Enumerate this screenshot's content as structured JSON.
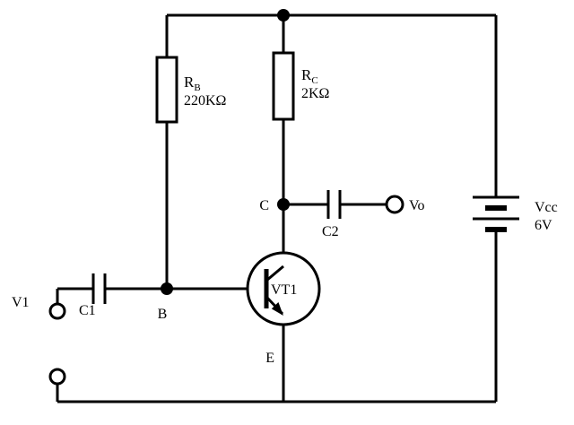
{
  "canvas": {
    "background": "#ffffff",
    "line_color": "#000000"
  },
  "circuit": {
    "base_resistor": {
      "symbol": "R",
      "subscript": "B",
      "value": "220KΩ"
    },
    "collector_resistor": {
      "symbol": "R",
      "subscript": "C",
      "value": "2KΩ"
    },
    "supply": {
      "label": "Vcc",
      "value": "6V"
    },
    "transistor": {
      "label": "VT1"
    },
    "input_capacitor": {
      "label": "C1"
    },
    "output_capacitor": {
      "label": "C2"
    },
    "input_terminal": {
      "label": "V1"
    },
    "output_terminal": {
      "label": "Vo"
    },
    "node_base": "B",
    "node_collector": "C",
    "node_emitter": "E"
  }
}
